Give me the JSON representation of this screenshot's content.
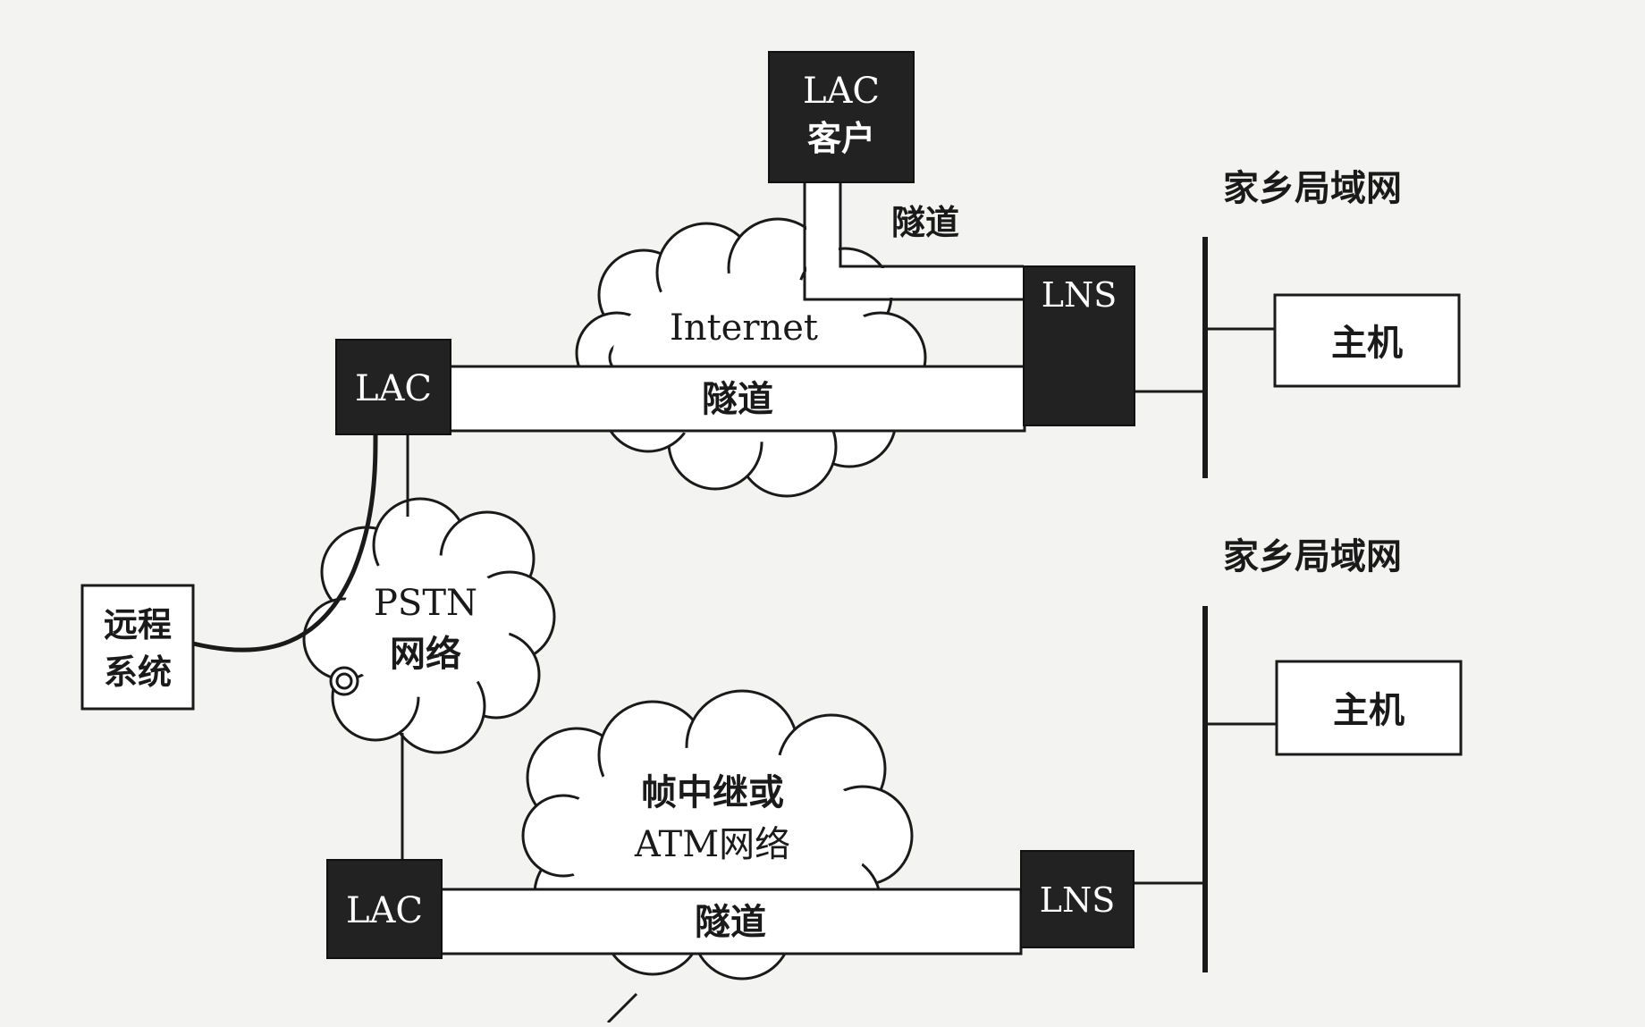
{
  "lac_client": {
    "line1": "LAC",
    "line2": "客户"
  },
  "lac_top": {
    "label": "LAC"
  },
  "lac_bottom": {
    "label": "LAC"
  },
  "lns_top": {
    "label": "LNS"
  },
  "lns_bottom": {
    "label": "LNS"
  },
  "tunnel_client": {
    "label": "隧道"
  },
  "tunnel_top": {
    "label": "隧道"
  },
  "tunnel_bottom": {
    "label": "隧道"
  },
  "internet_cloud": {
    "label": "Internet"
  },
  "pstn_cloud": {
    "line1": "PSTN",
    "line2": "网络"
  },
  "frame_relay_cloud": {
    "line1": "帧中继或",
    "line2": "ATM网络"
  },
  "remote_system": {
    "line1": "远程",
    "line2": "系统"
  },
  "home_lan_top": {
    "label": "家乡局域网"
  },
  "home_lan_bottom": {
    "label": "家乡局域网"
  },
  "host_top": {
    "label": "主机"
  },
  "host_bottom": {
    "label": "主机"
  },
  "colors": {
    "device_fill": "#222222",
    "device_text": "#ffffff",
    "line": "#1a1a1a",
    "background": "#f3f3f1"
  }
}
